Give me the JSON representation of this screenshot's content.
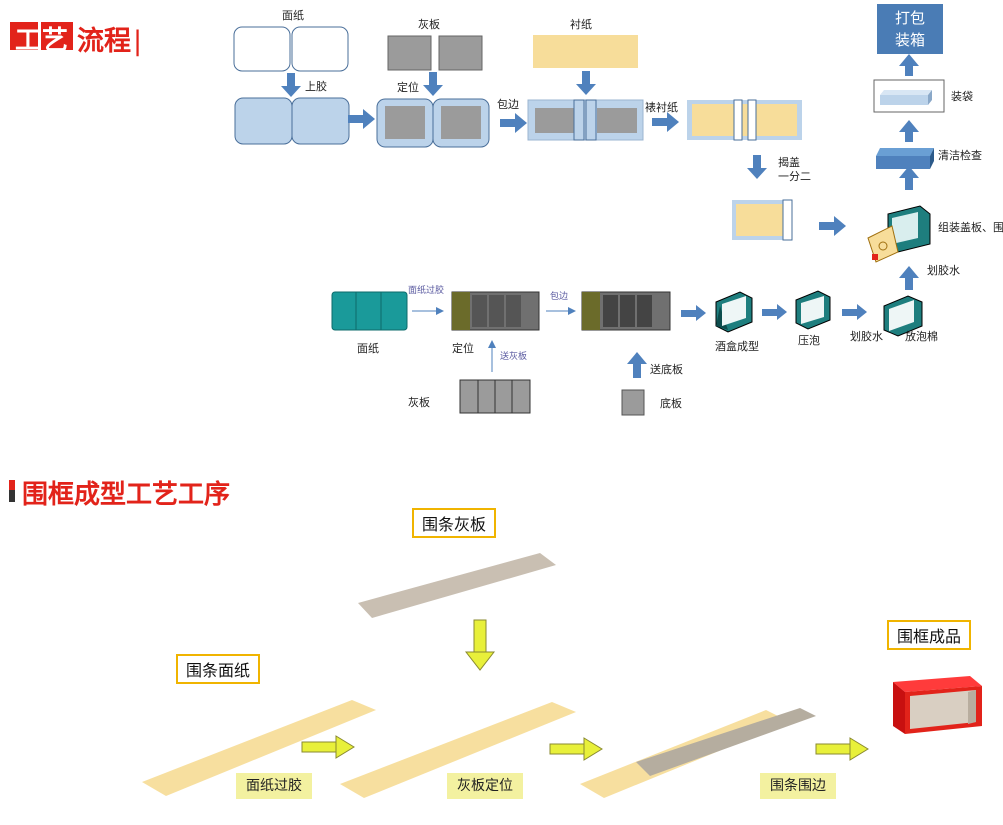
{
  "header": {
    "badge": "工艺",
    "title": "流程",
    "divider": "|",
    "section2_title": "围框成型工艺工序"
  },
  "flow_top": {
    "mianzhi": "面纸",
    "huiban": "灰板",
    "chenzhi": "衬纸",
    "shangjiao": "上胶",
    "dingwei": "定位",
    "baobian": "包边",
    "biaochenzhi": "裱衬纸",
    "jiegai": "揭盖",
    "yifener": "一分二",
    "zuzhuang": "组装盖板、围",
    "qingjie": "清洁检查",
    "zhuangdai": "装袋",
    "dabao": "打包\n装箱",
    "huajiaoshui_up": "划胶水"
  },
  "flow_bottom": {
    "mianzhi": "面纸",
    "mianzhi_guojiao": "面纸过胶",
    "dingwei": "定位",
    "songhuiban": "送灰板",
    "huiban": "灰板",
    "baobian": "包边",
    "songdiban": "送底板",
    "diban": "底板",
    "jiuhe": "酒盒成型",
    "yapao": "压泡",
    "huajiaoshui": "划胶水",
    "fangpaomian": "放泡棉"
  },
  "frame_process": {
    "weitiao_huiban": "围条灰板",
    "weitiao_mianzhi": "围条面纸",
    "weikuang_chengpin": "围框成品",
    "step1": "面纸过胶",
    "step2": "灰板定位",
    "step3": "围条围边"
  },
  "colors": {
    "red": "#e2231a",
    "blue": "#4a7cb5",
    "arrow_blue": "#4f81bd",
    "light_blue": "#bcd3ea",
    "grey": "#9b9b9b",
    "cream": "#f7dd9a",
    "teal": "#1a9a9a",
    "olive": "#6b6b2a",
    "yellow_arrow": "#e8f03a",
    "label_border": "#f0b400"
  }
}
